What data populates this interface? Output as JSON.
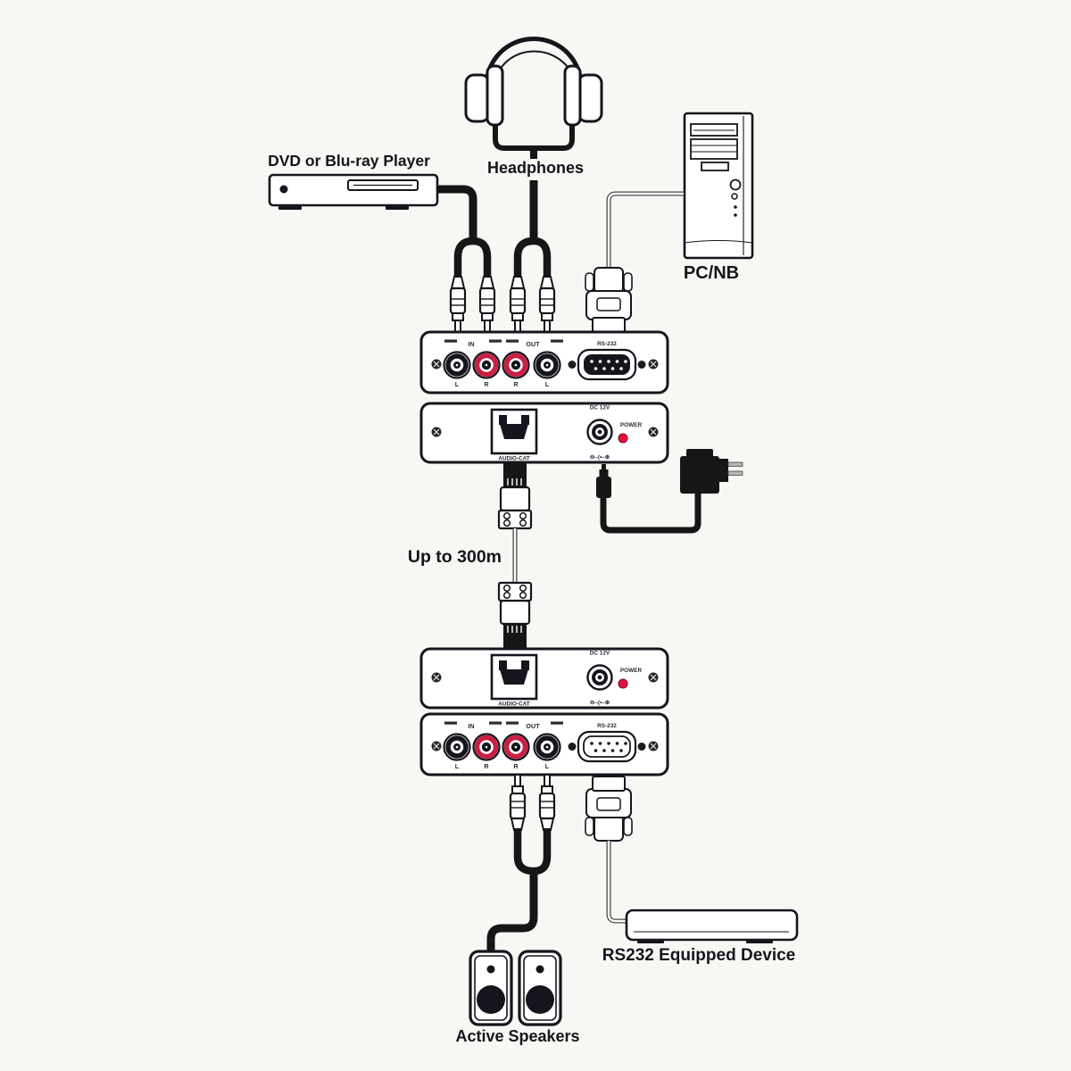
{
  "canvas": {
    "background": "#f7f7f4"
  },
  "colors": {
    "line": "#15151d",
    "rca_red": "#c81f45",
    "led_red": "#e8103c"
  },
  "labels": {
    "headphones": "Headphones",
    "dvd_player": "DVD or Blu-ray Player",
    "pc": "PC/NB",
    "distance": "Up to 300m",
    "active_speakers": "Active Speakers",
    "rs232_device": "RS232 Equipped Device"
  },
  "transmitter": {
    "audio_panel": {
      "in": "IN",
      "out": "OUT",
      "jack1": "L",
      "jack2": "R",
      "jack3": "R",
      "jack4": "L",
      "serial": "RS-232"
    },
    "link_panel": {
      "rj45": "AUDIO-CAT",
      "dc": "DC 12V",
      "power": "POWER",
      "polarity": "⊖–(•–⊕"
    }
  },
  "receiver": {
    "link_panel": {
      "rj45": "AUDIO-CAT",
      "dc": "DC 12V",
      "power": "POWER",
      "polarity": "⊖–(•–⊕"
    },
    "audio_panel": {
      "in": "IN",
      "out": "OUT",
      "jack1": "L",
      "jack2": "R",
      "jack3": "R",
      "jack4": "L",
      "serial": "RS-232"
    }
  }
}
